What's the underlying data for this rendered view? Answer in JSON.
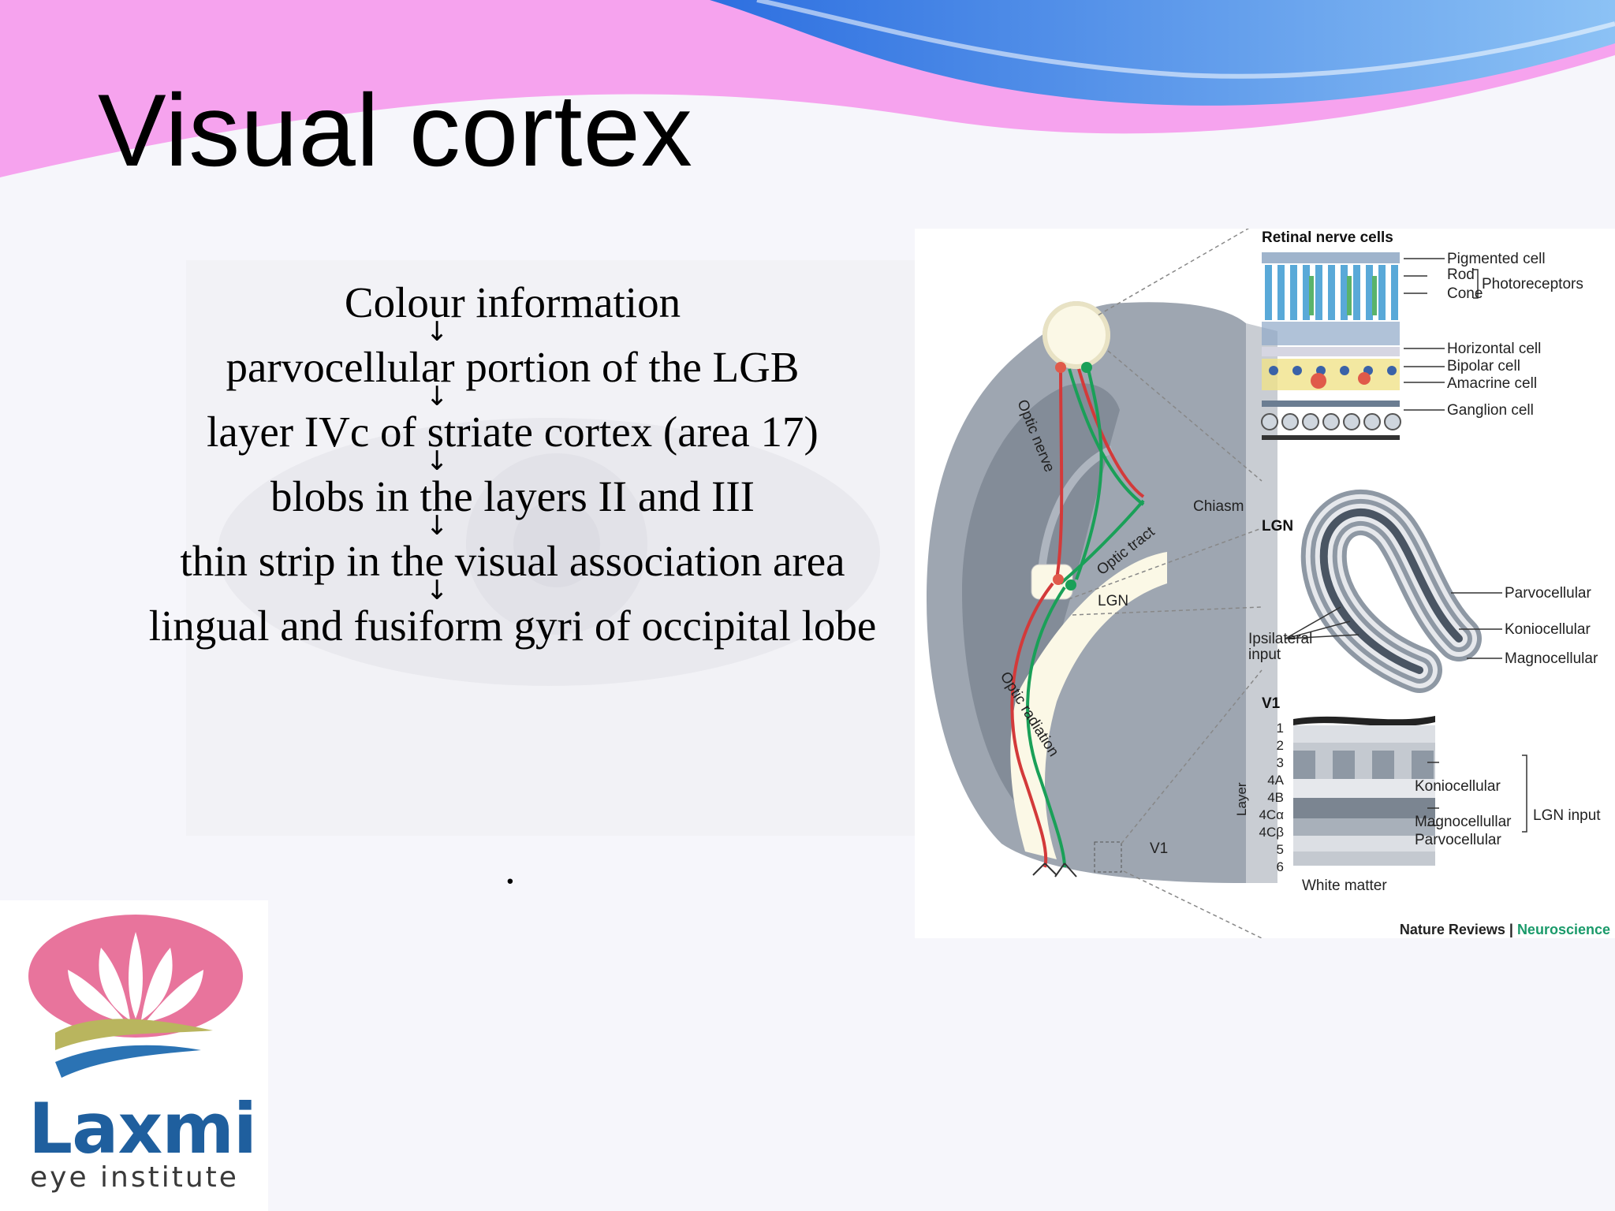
{
  "slide": {
    "title": "Visual cortex",
    "flow": [
      "Colour information",
      "parvocellular portion of the LGB",
      "layer IVc of striate cortex (area 17)",
      "blobs in the layers II and III",
      "thin strip in the visual association area",
      "lingual and fusiform gyri of occipital lobe"
    ],
    "arrow_glyph": "↓",
    "trailing_dot": "."
  },
  "figure": {
    "brain_labels": {
      "optic_nerve": "Optic nerve",
      "chiasm": "Chiasm",
      "optic_tract": "Optic tract",
      "lgn": "LGN",
      "optic_radiation": "Optic radiation",
      "v1": "V1"
    },
    "retina": {
      "heading": "Retinal nerve cells",
      "pigmented": "Pigmented cell",
      "rod": "Rod",
      "cone": "Cone",
      "photoreceptors": "Photoreceptors",
      "horizontal": "Horizontal cell",
      "bipolar": "Bipolar cell",
      "amacrine": "Amacrine cell",
      "ganglion": "Ganglion cell"
    },
    "lgn": {
      "heading": "LGN",
      "parvo": "Parvocellular",
      "konio": "Koniocellular",
      "magno": "Magnocellular",
      "ipsi1": "Ipsilateral",
      "ipsi2": "input"
    },
    "v1": {
      "heading": "V1",
      "layers": [
        "1",
        "2",
        "3",
        "4A",
        "4B",
        "4Cα",
        "4Cβ",
        "5",
        "6"
      ],
      "layer_axis": "Layer",
      "konio": "Koniocellular",
      "magno": "Magnocellullar",
      "parvo": "Parvocellular",
      "lgn_input": "LGN input",
      "white_matter": "White matter"
    },
    "credit_journal": "Nature Reviews",
    "credit_sep": " | ",
    "credit_field": "Neuroscience"
  },
  "logo": {
    "name": "Laxmi",
    "tagline": "eye institute"
  },
  "colors": {
    "banner_pink": "#f6a3ee",
    "banner_blue": "#3b7fe6",
    "logo_pink": "#e8749c",
    "logo_blue": "#1f5f9e",
    "logo_olive": "#b9b55e",
    "credit_green": "#1a9a6a"
  }
}
